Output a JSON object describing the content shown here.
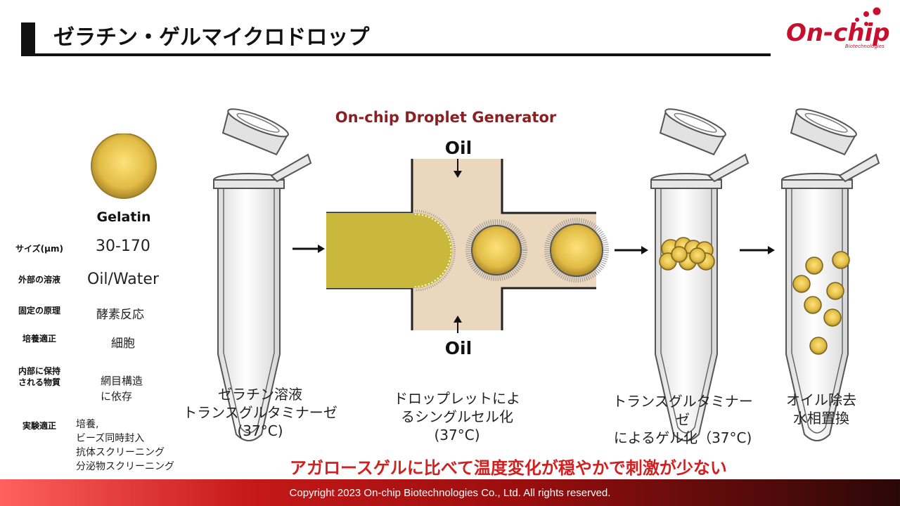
{
  "title": "ゼラチン・ゲルマイクロドロップ",
  "logo": {
    "main": "On-chip",
    "sub": "Biotechnologies"
  },
  "material": "Gelatin",
  "properties": [
    {
      "label": "サイズ(μm)",
      "value": "30-170"
    },
    {
      "label": "外部の溶液",
      "value": "Oil/Water"
    },
    {
      "label": "固定の原理",
      "value": "酵素反応"
    },
    {
      "label": "培養適正",
      "value": "細胞"
    },
    {
      "label_lines": [
        "内部に保持",
        "される物質"
      ],
      "value_lines": [
        "網目構造",
        "に依存"
      ]
    },
    {
      "label": "実験適正",
      "value_lines": [
        "培養,",
        "ビーズ同時封入",
        "抗体スクリーニング",
        "分泌物スクリーニング"
      ]
    }
  ],
  "diagram": {
    "generator_title": "On-chip Droplet Generator",
    "oil_top": "Oil",
    "oil_bottom": "Oil"
  },
  "captions": [
    {
      "lines": [
        "ゼラチン溶液",
        "トランスグルタミナーゼ",
        "(37°C)"
      ]
    },
    {
      "lines": [
        "ドロップレットによ",
        "るシングルセル化",
        "(37°C)"
      ]
    },
    {
      "lines": [
        "トランスグルタミナー",
        "ゼ",
        "によるゲル化（37°C)"
      ]
    },
    {
      "lines": [
        "オイル除去",
        "水相置換"
      ]
    }
  ],
  "highlight": "アガロースゲルに比べて温度変化が穏やかで刺激が少ない",
  "footer": "Copyright 2023 On-chip Biotechnologies Co., Ltd. All rights reserved.",
  "colors": {
    "gel": "#c9b83c",
    "bead": "#e4c24a",
    "channel": "#ebd6be",
    "water": "#bde0e6",
    "highlight": "#d02020",
    "logo": "#c8102e"
  }
}
